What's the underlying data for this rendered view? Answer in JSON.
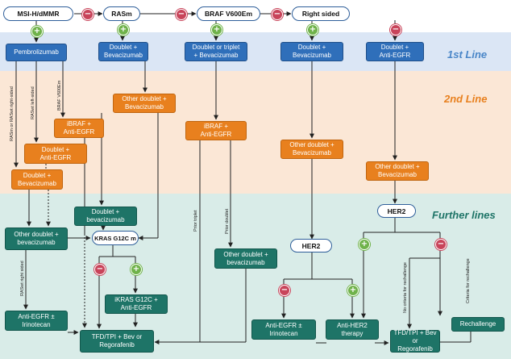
{
  "top_row": {
    "msi": "MSI-H/dMMR",
    "ras": "RASm",
    "braf": "BRAF V600Em",
    "right": "Right sided"
  },
  "lines": {
    "first": "1st Line",
    "second": "2nd Line",
    "further": "Further lines"
  },
  "first_line": {
    "pembro": "Pembrolizumab",
    "ras_first": "Doublet +\nBevacizumab",
    "braf_first": "Doublet or triplet\n+ Bevacizumab",
    "right_first": "Doublet +\nBevacizumab",
    "left_first": "Doublet +\nAnti-EGFR"
  },
  "second_line": {
    "ras_second": "Other doublet +\nBevacizumab",
    "ibraf_left": "iBRAF +\nAnti-EGFR",
    "doublet_antiegfr": "Doublet +\nAnti-EGFR",
    "doublet_bev": "Doublet +\nBevacizumab",
    "ibraf_mid": "iBRAF +\nAnti-EGFR",
    "right_second": "Other doublet +\nBevacizumab",
    "left_second": "Other doublet +\nBevacizumab"
  },
  "further": {
    "other_doublet_left": "Other doublet +\nbevacizumab",
    "doublet_bev_mid": "Doublet +\nbevacizumab",
    "kras_g12c": "KRAS G12C m",
    "ikras": "iKRAS G12C +\nAnti-EGFR",
    "antiegfr_left": "Anti-EGFR ±\nIrinotecan",
    "tfd_left": "TFD/TPI + Bev or\nRegorafenib",
    "other_doublet_braf": "Other doublet +\nbevacizumab",
    "her2_mid": "HER2",
    "antiegfr_mid": "Anti-EGFR ±\nIrinotecan",
    "antiher2": "Anti-HER2\ntherapy",
    "her2_right": "HER2",
    "rechallenge": "Rechallenge",
    "tfd_right": "TFD/TPI + Bev or\nRegorafenib"
  },
  "edge_labels": {
    "rasm_or_raswt_right": "RASm or RASwt right-sided",
    "raswt_left": "RASwt left-sided",
    "braf_v600em": "BRAF V600Em",
    "raswt_right": "RASwt right sided",
    "prior_triplet": "Prior triplet",
    "prior_doublet": "Prior doublet",
    "no_criteria": "No criteria for rechallenge",
    "criteria": "Criteria for rechallenge"
  },
  "signs": {
    "plus": "+",
    "minus": "−"
  },
  "colors": {
    "first_band": "#dbe6f5",
    "second_band": "#fbe7d6",
    "further_band": "#d9ece8",
    "blue": "#2f6fba",
    "orange": "#e8801e",
    "teal": "#1e7467",
    "first_label": "#4a86c8",
    "second_label": "#e8801e",
    "further_label": "#1e7467"
  }
}
